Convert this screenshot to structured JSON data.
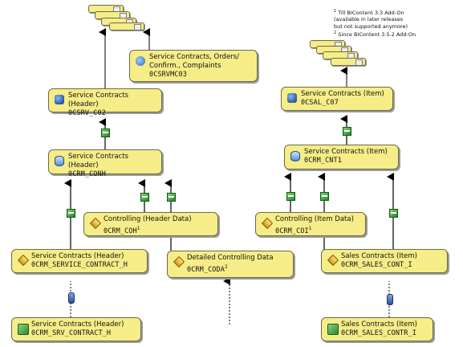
{
  "footnotes": {
    "note1_mark": "1",
    "note1_text": "Till BIContent 3.3 Add-On",
    "note1_line2": "(available in later releases",
    "note1_line3": "but not supported anymore)",
    "note2_mark": "2",
    "note2_text": "Since BIContent 3.5.2 Add-On"
  },
  "nodes": {
    "multiprovider": {
      "line1": "Service Contracts, Orders/",
      "line2": "Confirm., Complaints",
      "code": "0CSRVMC03"
    },
    "cube_header": {
      "title": "Service Contracts (Header)",
      "code": "0CSRV_C02"
    },
    "cube_item": {
      "title": "Service Contracts (Item)",
      "code": "0CSAL_C07"
    },
    "ods_header": {
      "title": "Service Contracts (Header)",
      "code": "0CRM_CONH"
    },
    "ods_item": {
      "title": "Service Contracts (Item)",
      "code": "0CRM_CNT1"
    },
    "ds_ctrl_header": {
      "title": "Controlling (Header Data)",
      "code": "0CRM_COH",
      "sup": "1"
    },
    "ds_ctrl_item": {
      "title": "Controlling (Item Data)",
      "code": "0CRM_COI",
      "sup": "1"
    },
    "ds_service_header": {
      "title": "Service Contracts (Header)",
      "code": "0CRM_SERVICE_CONTRACT_H"
    },
    "ds_detail_ctrl": {
      "title": "Detailed Controlling Data",
      "code": "0CRM_CODA",
      "sup": "2"
    },
    "ds_sales_item": {
      "title": "Sales Contracts (Item)",
      "code": "0CRM_SALES_CONT_I"
    },
    "src_service_header": {
      "title": "Service Contracts (Header)",
      "code": "0CRM_SRV_CONTRACT_H"
    },
    "src_sales_item": {
      "title": "Sales Contracts (Item)",
      "code": "0CRM_SALES_CONTR_I"
    }
  },
  "icons": {
    "query": "query-sheet-icon",
    "multiprovider": "multiprovider-icon",
    "cube": "infocube-icon",
    "ods": "ods-icon",
    "datasource": "datasource-icon",
    "source": "source-system-icon",
    "transformation": "transformation-icon",
    "extraction": "extraction-link-icon"
  },
  "colors": {
    "node_fill": "#f6ed88",
    "node_border": "#6a6a4a",
    "arrow": "#000000",
    "background": "#ffffff"
  }
}
